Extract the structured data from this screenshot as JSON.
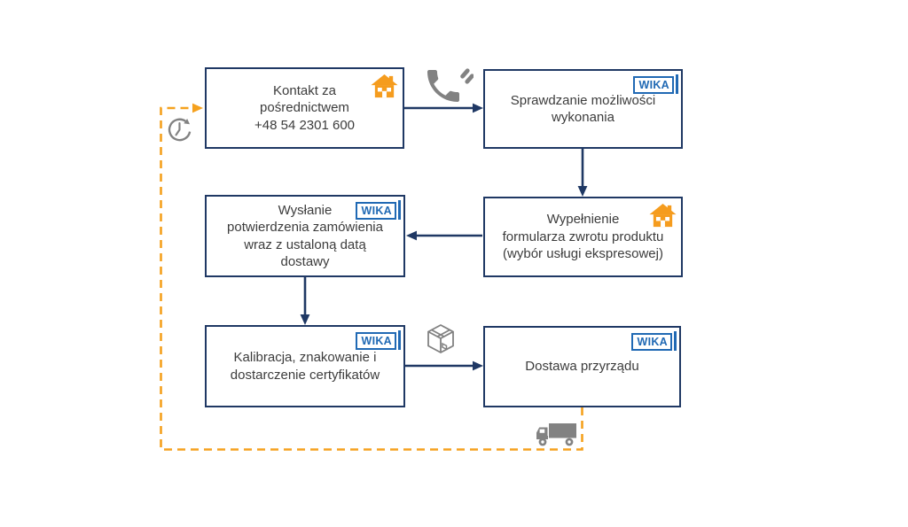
{
  "brand": {
    "wika_label": "WIKA"
  },
  "colors": {
    "box_border_navy": "#1F3864",
    "arrow_navy": "#1F3864",
    "feedback_orange": "#F5A11E",
    "house_orange": "#F59C1E",
    "icon_gray": "#828282",
    "wika_blue": "#2069B4",
    "text": "#3C3C3C"
  },
  "flow": {
    "boxes": [
      {
        "name": "contact",
        "label": "Kontakt za\npośrednictwem\n+48 54 2301 600",
        "corner_icon": "house-icon"
      },
      {
        "name": "feasibility",
        "label": "Sprawdzanie możliwości\nwykonania",
        "corner_icon": "wika-logo"
      },
      {
        "name": "return-form",
        "label": "Wypełnienie\nformularza zwrotu produktu\n(wybór usługi ekspresowej)",
        "corner_icon": "house-icon"
      },
      {
        "name": "confirmation",
        "label": "Wysłanie\npotwierdzenia zamówienia\nwraz z ustaloną datą\ndostawy",
        "corner_icon": "wika-logo"
      },
      {
        "name": "calibration",
        "label": "Kalibracja, znakowanie i\ndostarczenie certyfikatów",
        "corner_icon": "wika-logo"
      },
      {
        "name": "delivery",
        "label": "Dostawa przyrządu",
        "corner_icon": "wika-logo"
      }
    ],
    "connectors": [
      {
        "from": "contact",
        "to": "feasibility",
        "style": "solid",
        "icon": "phone-icon"
      },
      {
        "from": "feasibility",
        "to": "return-form",
        "style": "solid",
        "icon": null
      },
      {
        "from": "return-form",
        "to": "confirmation",
        "style": "solid",
        "icon": null
      },
      {
        "from": "confirmation",
        "to": "calibration",
        "style": "solid",
        "icon": null
      },
      {
        "from": "calibration",
        "to": "delivery",
        "style": "solid",
        "icon": "package-icon"
      },
      {
        "from": "delivery",
        "to": "contact",
        "style": "dashed",
        "icon": "truck-icon, clock-icon"
      }
    ]
  }
}
